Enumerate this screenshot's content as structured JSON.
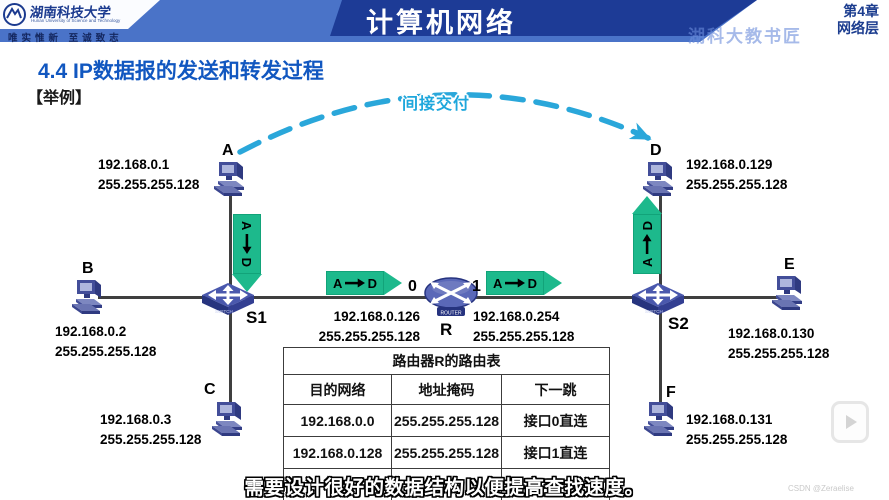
{
  "header": {
    "course_title": "计算机网络",
    "chapter": "第4章",
    "chapter_name": "网络层",
    "watermark": "湖科大教书匠",
    "logo": {
      "university": "湖南科技大学",
      "university_en": "Hunan University of Science and Technology",
      "motto": "唯实惟新 至诚致志"
    }
  },
  "section": {
    "title": "4.4  IP数据报的发送和转发过程",
    "example_label": "【举例】"
  },
  "diagram": {
    "indirect_label": "间接交付",
    "flow": {
      "src": "A",
      "dst": "D"
    },
    "hosts": [
      {
        "id": "A",
        "ip": "192.168.0.1",
        "mask": "255.255.255.128"
      },
      {
        "id": "B",
        "ip": "192.168.0.2",
        "mask": "255.255.255.128"
      },
      {
        "id": "C",
        "ip": "192.168.0.3",
        "mask": "255.255.255.128"
      },
      {
        "id": "D",
        "ip": "192.168.0.129",
        "mask": "255.255.255.128"
      },
      {
        "id": "E",
        "ip": "192.168.0.130",
        "mask": "255.255.255.128"
      },
      {
        "id": "F",
        "ip": "192.168.0.131",
        "mask": "255.255.255.128"
      }
    ],
    "switches": [
      {
        "id": "S1"
      },
      {
        "id": "S2"
      }
    ],
    "router": {
      "label": "R",
      "if0": "0",
      "if1": "1",
      "if0_ip": "192.168.0.126",
      "if0_mask": "255.255.255.128",
      "if1_ip": "192.168.0.254",
      "if1_mask": "255.255.255.128"
    },
    "icon_labels": {
      "router": "ROUTER",
      "switch": "SWITCH"
    }
  },
  "routing_table": {
    "title": "路由器R的路由表",
    "headers": [
      "目的网络",
      "地址掩码",
      "下一跳"
    ],
    "rows": [
      [
        "192.168.0.0",
        "255.255.255.128",
        "接口0直连"
      ],
      [
        "192.168.0.128",
        "255.255.255.128",
        "接口1直连"
      ]
    ]
  },
  "footer": {
    "subtitle": "需要设计很好的数据结构以便提高查找速度。",
    "csdn": "CSDN @Zeraelise"
  }
}
